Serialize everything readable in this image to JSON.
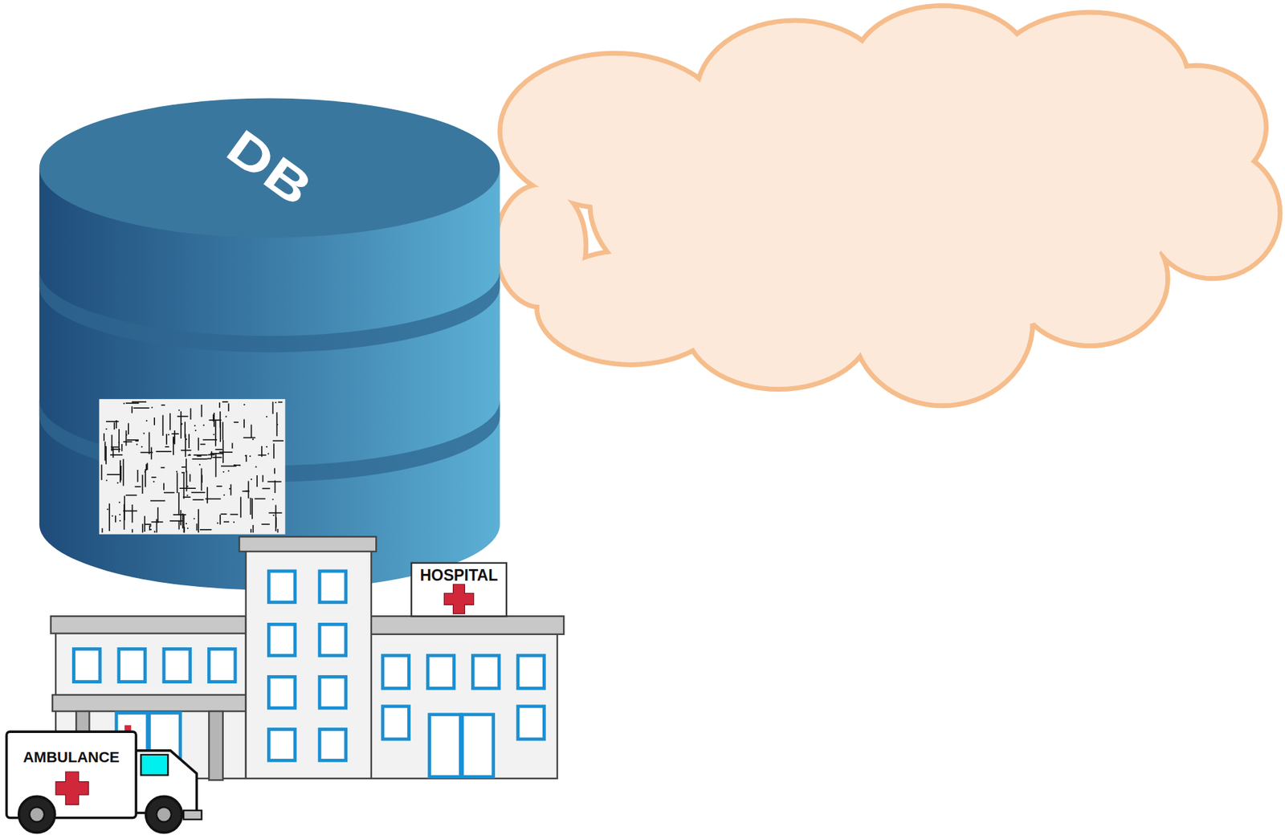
{
  "diagram": {
    "nodes": [
      {
        "text": [
          "DB"
        ]
      },
      {
        "text": [
          "HOSPITAL"
        ]
      },
      {
        "text": [
          "AMBULANCE"
        ]
      }
    ]
  }
}
